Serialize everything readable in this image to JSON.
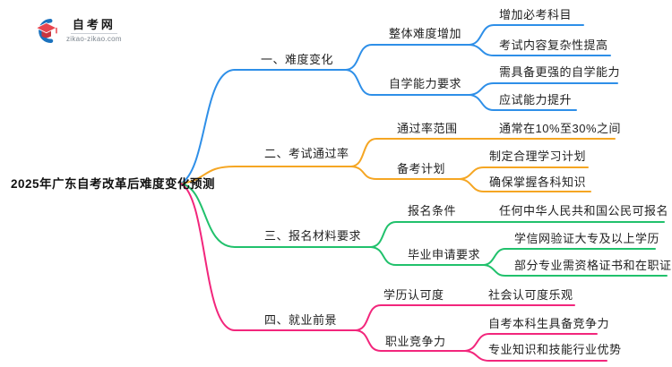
{
  "logo": {
    "site_name": "自考网",
    "site_url": "zikao-zikao.com",
    "icon_arc_color": "#1b72be",
    "icon_cap_color": "#e8454f",
    "icon_cap_dark_color": "#c8353f"
  },
  "mindmap": {
    "root": "2025年广东自考改革后难度变化预测",
    "branches": [
      {
        "label": "一、难度变化",
        "color": "#2e8fe8",
        "children": [
          {
            "label": "整体难度增加",
            "children": [
              {
                "label": "增加必考科目"
              },
              {
                "label": "考试内容复杂性提高"
              }
            ]
          },
          {
            "label": "自学能力要求",
            "children": [
              {
                "label": "需具备更强的自学能力"
              },
              {
                "label": "应试能力提升"
              }
            ]
          }
        ]
      },
      {
        "label": "二、考试通过率",
        "color": "#f5a623",
        "children": [
          {
            "label": "通过率范围",
            "children": [
              {
                "label": "通常在10%至30%之间"
              }
            ]
          },
          {
            "label": "备考计划",
            "children": [
              {
                "label": "制定合理学习计划"
              },
              {
                "label": "确保掌握各科知识"
              }
            ]
          }
        ]
      },
      {
        "label": "三、报名材料要求",
        "color": "#21c16c",
        "children": [
          {
            "label": "报名条件",
            "children": [
              {
                "label": "任何中华人民共和国公民可报名"
              }
            ]
          },
          {
            "label": "毕业申请要求",
            "children": [
              {
                "label": "学信网验证大专及以上学历"
              },
              {
                "label": "部分专业需资格证书和在职证明"
              }
            ]
          }
        ]
      },
      {
        "label": "四、就业前景",
        "color": "#f2267c",
        "children": [
          {
            "label": "学历认可度",
            "children": [
              {
                "label": "社会认可度乐观"
              }
            ]
          },
          {
            "label": "职业竞争力",
            "children": [
              {
                "label": "自考本科生具备竞争力"
              },
              {
                "label": "专业知识和技能行业优势"
              }
            ]
          }
        ]
      }
    ]
  }
}
